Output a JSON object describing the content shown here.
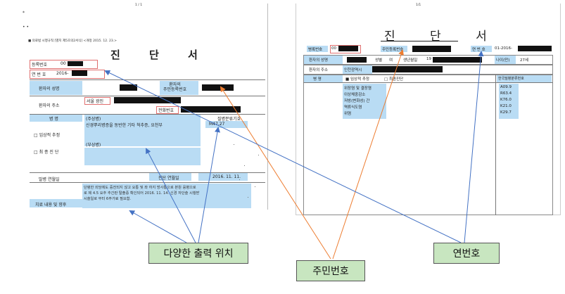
{
  "left_doc": {
    "page_num": "1 / 1",
    "header_note": "■ 의료법 시행규칙 [별지 제5호의2서식] <개정 2015. 12. 23.>",
    "title": "진 단 서",
    "reg_no_label": "등록번호",
    "reg_no_value": "00",
    "serial_no_label": "연 번 호",
    "serial_no_value": "2016-",
    "patient_name_label": "환자의 성명",
    "patient_rrn_label": "환자의\n주민등록번호",
    "patient_addr_label": "환자의 주소",
    "addr_value": "서울 광진",
    "phone_label": "전화번호",
    "disease_label": "병 명",
    "main_disease": "(주상병)",
    "disease_desc": "신경뿌리병증을 동반한 기타 척추증, 요천부",
    "sub_disease": "(부상병)",
    "code_label": "질병분류기호",
    "code_value": "M47.27",
    "clinical_est": "□ 임상적 추정",
    "final_diag": "□ 최 종 진 단",
    "onset_label": "발병 연월일",
    "diag_date_label": "진단 연월일",
    "diag_date_value": "2016. 11. 11.",
    "treatment_label": "치료 내용 및 향후",
    "treatment_text": "단평한 외당에도 증전되지 않고 요통 및 좌 하지 방사통으로 본원 응병으로\n로 제 4.5 요추 추간판 탈출증 확인되어 2016. 11. 14. 신경 자단술 시행받\n시술일로 부터 6주가료 필요함."
  },
  "right_doc": {
    "page_marker": "1/1",
    "title": "진 단 서",
    "chart_no_label": "병록번호",
    "chart_no_value": "00",
    "rrn_label": "주민등록번호",
    "serial_label": "연 번 호",
    "serial_value": "01-2016-",
    "name_label": "환자의 성명",
    "gender_label": "성별",
    "gender_value": "여",
    "birth_label": "생년월일",
    "birth_value": "19",
    "age_label": "나이(만)",
    "age_value": "27세",
    "addr_label": "환자의 주소",
    "addr_value": "인천광역시",
    "disease_label": "병  명",
    "clinical_est": "■ 임상적 추정",
    "final_diag": "□ 최종진단",
    "code_header": "한국질병분류번호",
    "diseases": [
      "위장염 및 결장염",
      "이상체중감소",
      "저방(변화성) 간",
      "역류식도염",
      "위염"
    ],
    "codes": [
      "A09.9",
      "R63.4",
      "K76.0",
      "K21.0",
      "K29.7"
    ]
  },
  "callouts": {
    "various_positions": "다양한 출력 위치",
    "rrn": "주민번호",
    "serial": "연번호"
  },
  "colors": {
    "highlight": "#b9dcf4",
    "callout_bg": "#c8e6c0",
    "blue_line": "#4472c4",
    "orange_line": "#ed7d31"
  }
}
